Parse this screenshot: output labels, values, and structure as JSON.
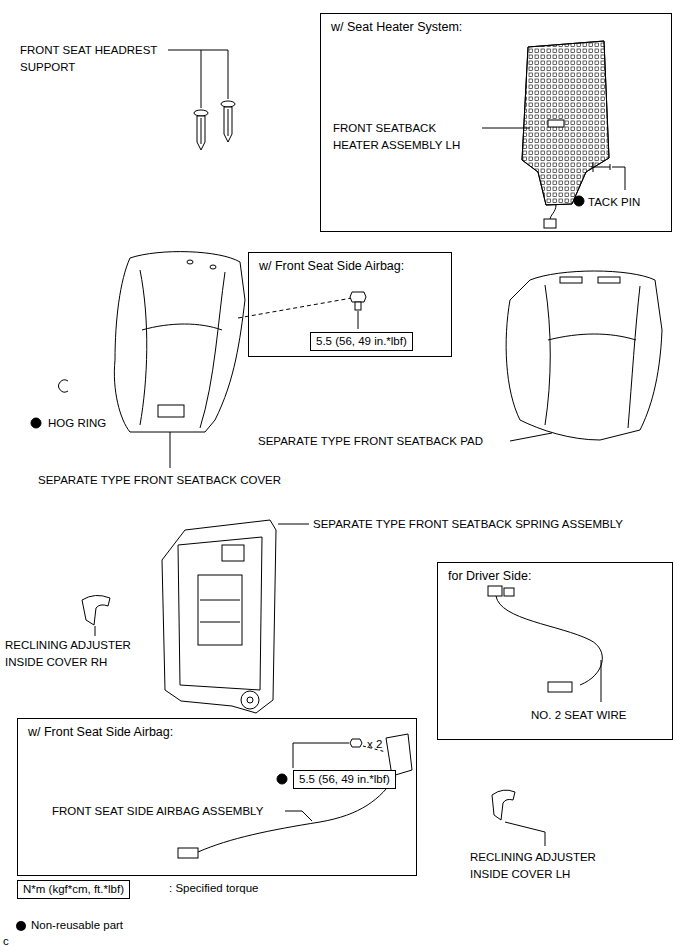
{
  "diagram": {
    "nodes": [
      {
        "text": [
          "w/ Seat Heater System:"
        ]
      },
      {
        "text": [
          "w/ Front Seat Side Airbag:"
        ]
      },
      {
        "text": [
          "5.5 (56, 49 in.*lbf)"
        ],
        "in": 1
      },
      {
        "text": [
          "for Driver Side:"
        ]
      },
      {
        "text": [
          "w/ Front Seat Side Airbag:"
        ]
      },
      {
        "text": [
          "5.5 (56, 49 in.*lbf)"
        ],
        "in": 4
      },
      {
        "text": [
          "N*m (kgf*cm, ft.*lbf)"
        ]
      }
    ],
    "labels": [
      "FRONT SEAT HEADREST SUPPORT",
      "FRONT SEATBACK HEATER ASSEMBLY LH",
      "TACK PIN",
      "HOG RING",
      "SEPARATE TYPE FRONT SEATBACK COVER",
      "SEPARATE TYPE FRONT SEATBACK PAD",
      "SEPARATE TYPE FRONT SEATBACK SPRING ASSEMBLY",
      "RECLINING ADJUSTER INSIDE COVER RH",
      "NO. 2 SEAT WIRE",
      "x 2",
      "FRONT SEAT SIDE AIRBAG ASSEMBLY",
      "RECLINING ADJUSTER INSIDE COVER LH",
      ": Specified torque",
      "c"
    ],
    "legend": [
      {
        "text": "Non-reusable part",
        "color": "#000000"
      }
    ]
  }
}
